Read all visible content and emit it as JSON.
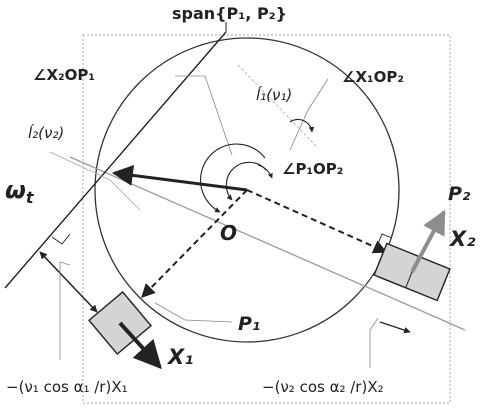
{
  "diagram": {
    "labels": {
      "span": "span{P₁, P₂}",
      "angle_x2op1": "∠X₂OP₁",
      "angle_x1op2": "∠X₁OP₂",
      "angle_p1op2": "∠P₁OP₂",
      "l1_prime": "ĺ₁(ν₁)",
      "l2_prime": "ĺ₂(ν₂)",
      "origin": "O",
      "omega_t": "ω",
      "omega_sub": "t",
      "p1": "P₁",
      "p2": "P₂",
      "x1": "X₁",
      "x2": "X₂",
      "proj1": "−(ν₁ cos α₁ /r)X₁",
      "proj2": "−(ν₂ cos α₂ /r)X₂"
    },
    "colors": {
      "line": "#222222",
      "gray_line": "#9a9a9a",
      "light_line": "#b5b5b5",
      "dotted": "#aaaaaa",
      "box_fill": "#d4d4d4",
      "x2_arrow": "#8d8d8d"
    }
  }
}
